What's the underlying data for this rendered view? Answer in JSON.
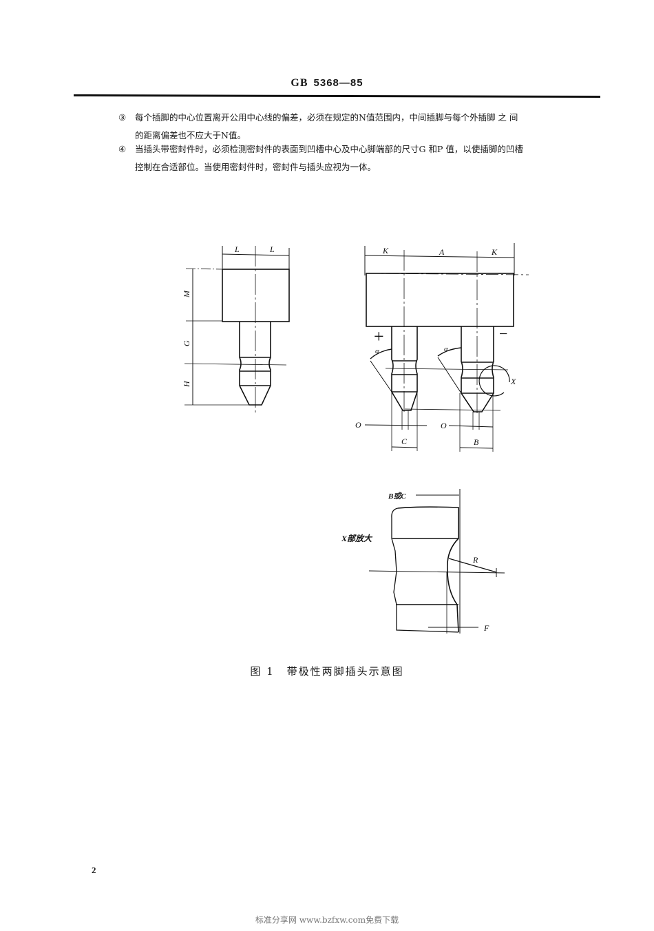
{
  "header": {
    "prefix": "GB",
    "standard_number": "5368—85"
  },
  "paragraphs": [
    {
      "number": "③",
      "lines": [
        "每个插脚的中心位置离开公用中心线的偏差，必须在规定的N值范围内，中间插脚与每个外插脚 之 间",
        "的距离偏差也不应大于N值。"
      ]
    },
    {
      "number": "④",
      "lines": [
        "当插头带密封件时，必须检测密封件的表面到凹槽中心及中心脚端部的尺寸G 和P 值，以使插脚的凹槽",
        "控制在合适部位。当使用密封件时，密封件与插头应视为一体。"
      ]
    }
  ],
  "figure": {
    "left_view_labels": {
      "width_left": "L",
      "width_right": "L",
      "height_body": "M",
      "height_groove": "G",
      "height_tip": "H"
    },
    "right_view_labels": {
      "outer_left": "K",
      "center": "A",
      "outer_right": "K",
      "plus": "+",
      "minus": "−",
      "angle_left": "α",
      "angle_right": "α",
      "detail_ref": "X",
      "origin_left": "O",
      "origin_right": "O",
      "dia_left": "C",
      "dia_right": "B"
    },
    "detail_view_labels": {
      "title": "X部放大",
      "width": "B或C",
      "radius": "R",
      "offset": "F"
    },
    "caption_number": "图 1",
    "caption_title": "带极性两脚插头示意图"
  },
  "page_number": "2",
  "footer": "标准分享网 www.bzfxw.com免费下载"
}
